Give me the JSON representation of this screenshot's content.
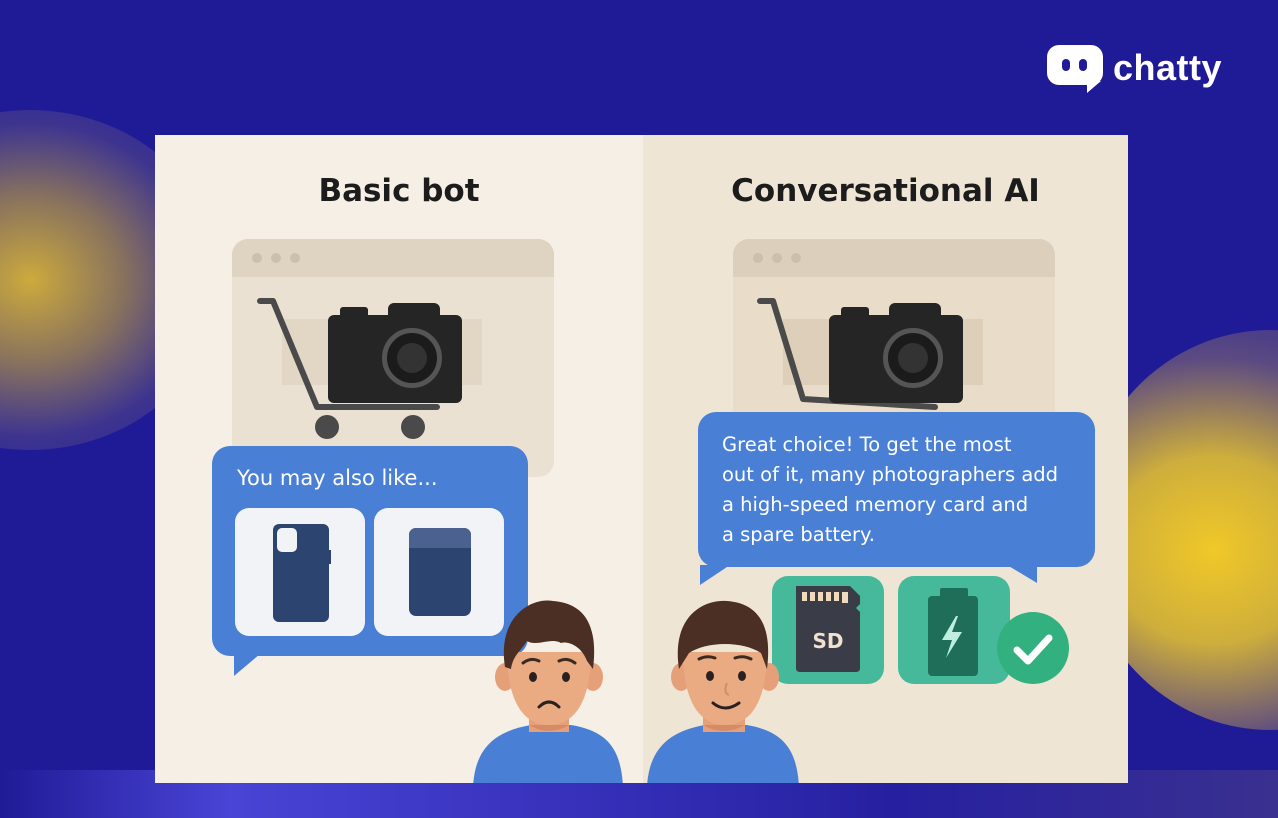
{
  "brand": {
    "name": "chatty",
    "icon": "chat-bubble-logo-icon",
    "colors": {
      "background": "#1f1b96",
      "glow": "#f0c828",
      "bubble": "#4a7fd6",
      "accent_green": "#46b99a"
    }
  },
  "comparison": {
    "left": {
      "title": "Basic bot",
      "browser_icon": "browser-window-icon",
      "cart_icon": "shopping-cart-icon",
      "product_icon": "camera-icon",
      "message": "You may also like...",
      "suggestions": [
        {
          "icon": "phone-case-icon"
        },
        {
          "icon": "wallet-card-icon"
        }
      ],
      "user_mood": "sad"
    },
    "right": {
      "title": "Conversational AI",
      "browser_icon": "browser-window-icon",
      "cart_icon": "shopping-cart-icon",
      "product_icon": "camera-icon",
      "message_lines": [
        "Great choice! To get the most",
        "out of it, many photographers add",
        "a high-speed memory card and",
        "a spare battery."
      ],
      "suggestions": [
        {
          "icon": "sd-card-icon",
          "label": "SD"
        },
        {
          "icon": "battery-icon"
        }
      ],
      "confirm_icon": "checkmark-icon",
      "user_mood": "happy"
    }
  }
}
